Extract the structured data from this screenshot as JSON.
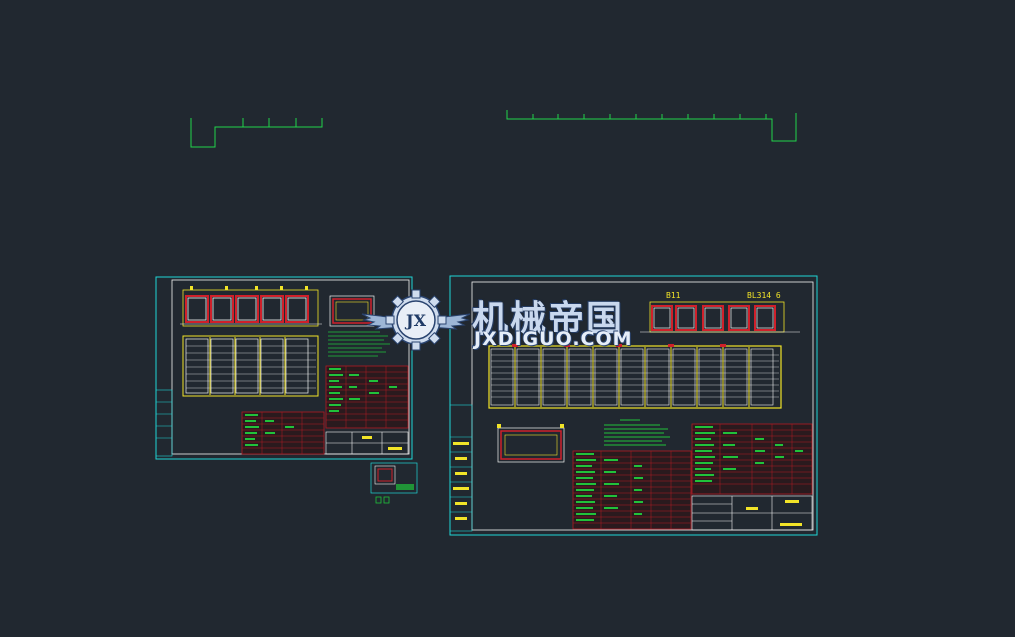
{
  "colors": {
    "background": "#212830",
    "sheet_border": "#1fd6d6",
    "polyline": "#21d44a",
    "drawing_white": "#f4f4f4",
    "drawing_yellow": "#f2e428",
    "drawing_red": "#d0202a",
    "table_green": "#21c23a",
    "table_red": "#b21a22"
  },
  "watermark": {
    "chinese_text": "机械帝国",
    "domain_text": "JXDIGUO.COM",
    "emblem_letters": "JX",
    "emblem_icon": "gear-wings-emblem-icon"
  },
  "sheet_right": {
    "labels": [
      "B11",
      "BL314 6"
    ]
  }
}
